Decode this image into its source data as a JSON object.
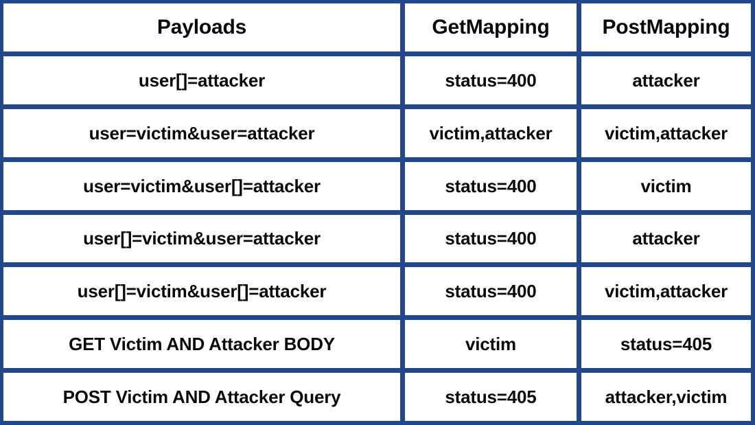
{
  "table": {
    "columns": [
      {
        "key": "payloads",
        "label": "Payloads"
      },
      {
        "key": "getmapping",
        "label": "GetMapping"
      },
      {
        "key": "postmapping",
        "label": "PostMapping"
      }
    ],
    "rows": [
      {
        "payloads": "user[]=attacker",
        "getmapping": "status=400",
        "postmapping": "attacker"
      },
      {
        "payloads": "user=victim&user=attacker",
        "getmapping": "victim,attacker",
        "postmapping": "victim,attacker"
      },
      {
        "payloads": "user=victim&user[]=attacker",
        "getmapping": "status=400",
        "postmapping": "victim"
      },
      {
        "payloads": "user[]=victim&user=attacker",
        "getmapping": "status=400",
        "postmapping": "attacker"
      },
      {
        "payloads": "user[]=victim&user[]=attacker",
        "getmapping": "status=400",
        "postmapping": "victim,attacker"
      },
      {
        "payloads": "GET Victim AND Attacker BODY",
        "getmapping": "victim",
        "postmapping": "status=405"
      },
      {
        "payloads": "POST Victim AND Attacker Query",
        "getmapping": "status=405",
        "postmapping": "attacker,victim"
      }
    ]
  },
  "colors": {
    "border": "#22478a",
    "cell_background": "#ffffff",
    "text": "#0a0a0a"
  }
}
